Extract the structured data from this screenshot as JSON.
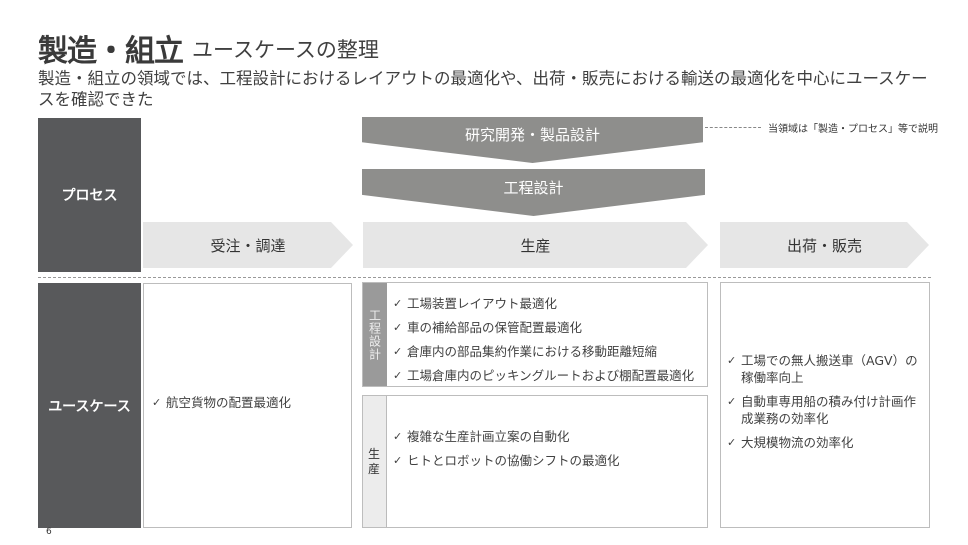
{
  "header": {
    "title": "製造・組立",
    "subtitle": "ユースケースの整理",
    "lead": "製造・組立の領域では、工程設計におけるレイアウトの最適化や、出荷・販売における輸送の最適化を中心にユースケースを確認できた"
  },
  "rows": {
    "process": "プロセス",
    "usecase": "ユースケース"
  },
  "process": {
    "rnd": "研究開発・製品設計",
    "engineering": "工程設計",
    "stages": [
      "受注・調達",
      "生産",
      "出荷・販売"
    ],
    "note": "当領域は「製造・プロセス」等で説明"
  },
  "usecases": {
    "procurement": [
      "航空貨物の配置最適化"
    ],
    "engineering": {
      "label": "工程設計",
      "items": [
        "工場装置レイアウト最適化",
        "車の補給部品の保管配置最適化",
        "倉庫内の部品集約作業における移動距離短縮",
        "工場倉庫内のピッキングルートおよび棚配置最適化"
      ]
    },
    "production": {
      "label": "生産",
      "items": [
        "複雑な生産計画立案の自動化",
        "ヒトとロボットの協働シフトの最適化"
      ]
    },
    "shipping": [
      "工場での無人搬送車（AGV）の稼働率向上",
      "自動車専用船の積み付け計画作成業務の効率化",
      "大規模物流の効率化"
    ]
  },
  "page_number": "6"
}
